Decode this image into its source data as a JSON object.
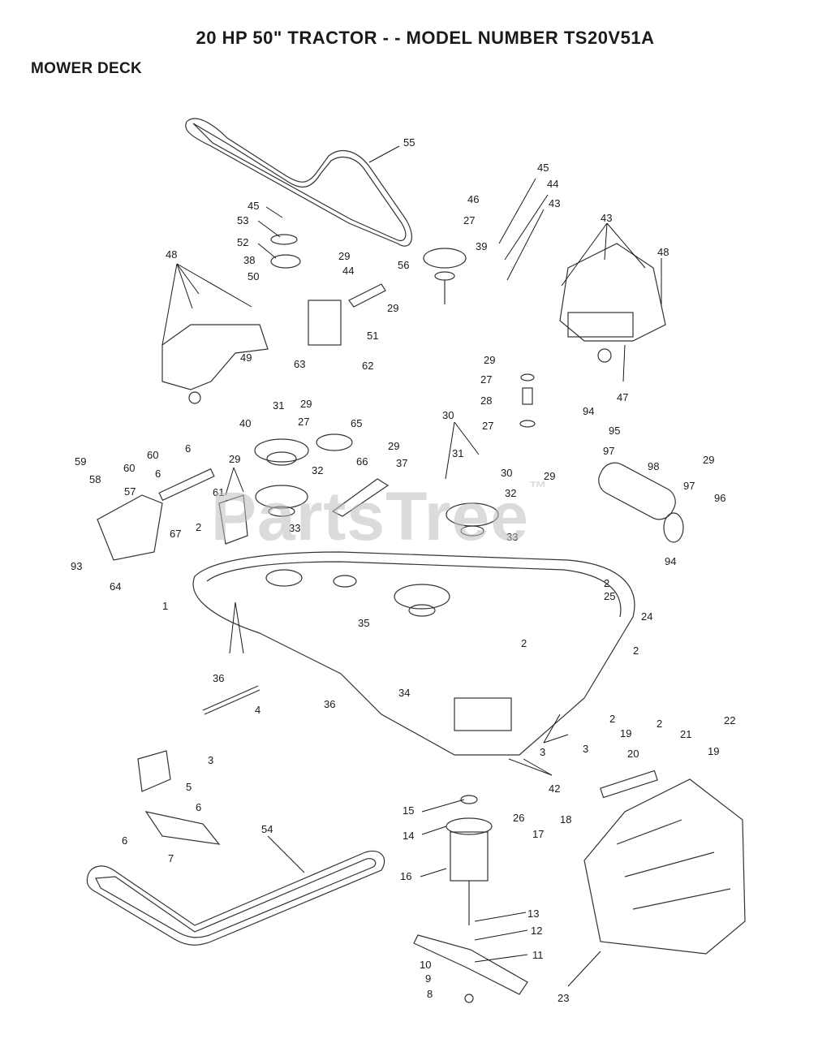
{
  "header": {
    "title": "20 HP 50\" TRACTOR - - MODEL NUMBER TS20V51A",
    "section": "MOWER DECK"
  },
  "watermark": {
    "text": "PartsTree",
    "mark": "™"
  },
  "callouts": [
    {
      "text": "55"
    },
    {
      "text": "45"
    },
    {
      "text": "53"
    },
    {
      "text": "52"
    },
    {
      "text": "38"
    },
    {
      "text": "50"
    },
    {
      "text": "29"
    },
    {
      "text": "44"
    },
    {
      "text": "48"
    },
    {
      "text": "49"
    },
    {
      "text": "63"
    },
    {
      "text": "62"
    },
    {
      "text": "56"
    },
    {
      "text": "29"
    },
    {
      "text": "51"
    },
    {
      "text": "46"
    },
    {
      "text": "27"
    },
    {
      "text": "39"
    },
    {
      "text": "45"
    },
    {
      "text": "44"
    },
    {
      "text": "43"
    },
    {
      "text": "43"
    },
    {
      "text": "48"
    },
    {
      "text": "47"
    },
    {
      "text": "29"
    },
    {
      "text": "27"
    },
    {
      "text": "28"
    },
    {
      "text": "27"
    },
    {
      "text": "94"
    },
    {
      "text": "95"
    },
    {
      "text": "97"
    },
    {
      "text": "98"
    },
    {
      "text": "29"
    },
    {
      "text": "97"
    },
    {
      "text": "96"
    },
    {
      "text": "29"
    },
    {
      "text": "31"
    },
    {
      "text": "29"
    },
    {
      "text": "27"
    },
    {
      "text": "40"
    },
    {
      "text": "65"
    },
    {
      "text": "32"
    },
    {
      "text": "66"
    },
    {
      "text": "29"
    },
    {
      "text": "37"
    },
    {
      "text": "33"
    },
    {
      "text": "30"
    },
    {
      "text": "31"
    },
    {
      "text": "30"
    },
    {
      "text": "32"
    },
    {
      "text": "33"
    },
    {
      "text": "6"
    },
    {
      "text": "60"
    },
    {
      "text": "60"
    },
    {
      "text": "6"
    },
    {
      "text": "29"
    },
    {
      "text": "59"
    },
    {
      "text": "58"
    },
    {
      "text": "57"
    },
    {
      "text": "61"
    },
    {
      "text": "67"
    },
    {
      "text": "2"
    },
    {
      "text": "93"
    },
    {
      "text": "64"
    },
    {
      "text": "1"
    },
    {
      "text": "35"
    },
    {
      "text": "94"
    },
    {
      "text": "2"
    },
    {
      "text": "25"
    },
    {
      "text": "24"
    },
    {
      "text": "2"
    },
    {
      "text": "2"
    },
    {
      "text": "36"
    },
    {
      "text": "4"
    },
    {
      "text": "3"
    },
    {
      "text": "34"
    },
    {
      "text": "36"
    },
    {
      "text": "3"
    },
    {
      "text": "3"
    },
    {
      "text": "42"
    },
    {
      "text": "2"
    },
    {
      "text": "2"
    },
    {
      "text": "19"
    },
    {
      "text": "21"
    },
    {
      "text": "20"
    },
    {
      "text": "19"
    },
    {
      "text": "22"
    },
    {
      "text": "5"
    },
    {
      "text": "6"
    },
    {
      "text": "6"
    },
    {
      "text": "7"
    },
    {
      "text": "54"
    },
    {
      "text": "15"
    },
    {
      "text": "26"
    },
    {
      "text": "14"
    },
    {
      "text": "16"
    },
    {
      "text": "17"
    },
    {
      "text": "18"
    },
    {
      "text": "13"
    },
    {
      "text": "12"
    },
    {
      "text": "11"
    },
    {
      "text": "10"
    },
    {
      "text": "9"
    },
    {
      "text": "8"
    },
    {
      "text": "23"
    }
  ]
}
